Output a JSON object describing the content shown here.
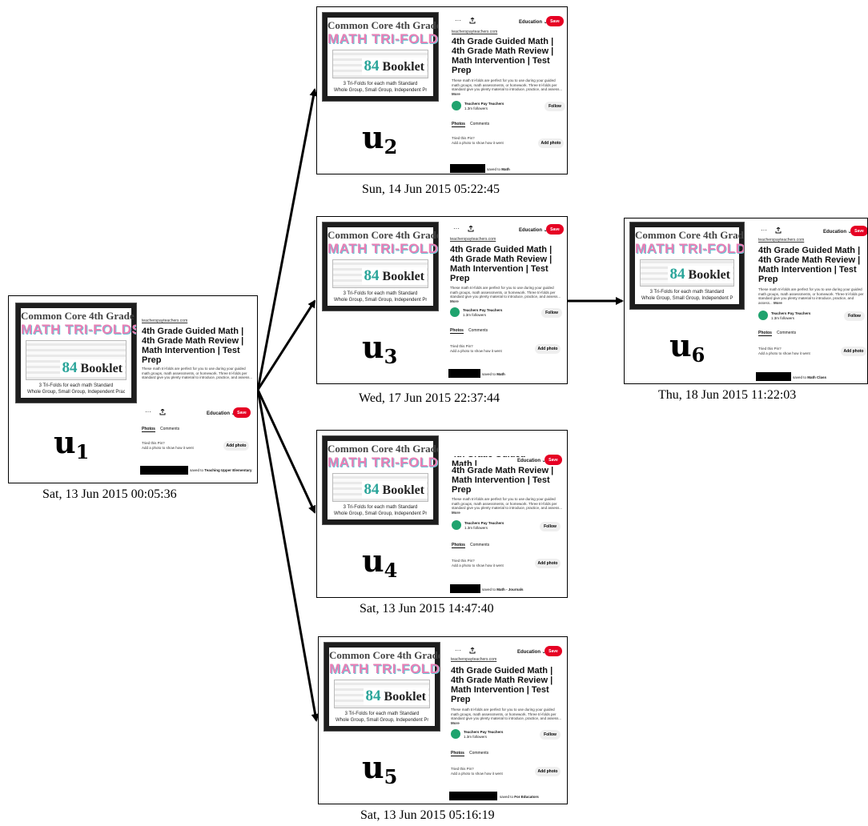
{
  "pin": {
    "header_line": "Common Core 4th Grade",
    "title_line": "MATH TRI-FOLDS",
    "booklet_number": "84",
    "booklet_word": "Booklet",
    "footer_line1": "3 Tri-Folds for each math Standard",
    "footer_line2": "Whole Group, Small Group, Independent Practice"
  },
  "common": {
    "more_icon": "···",
    "share_icon": "share-icon",
    "board_label": "Education ⌄",
    "save_label": "Save",
    "source": "teacherspayteachers.com",
    "title": "4th Grade Guided Math | 4th Grade Math Review | Math Intervention | Test Prep",
    "description": "These math tri-folds are perfect for you to use during your guided math groups, math assessments, or homework. Three tri-folds per standard give you plenty material to introduce, practice, and assess...",
    "more_link": "More",
    "account_name": "Teachers Pay Teachers",
    "followers": "1.3m followers",
    "follow_label": "Follow",
    "tab_photos": "Photos",
    "tab_comments": "Comments",
    "tried_title": "Tried this Pin?",
    "tried_sub": "Add a photo to show how it went",
    "add_photo_label": "Add photo",
    "saved_to_prefix": "saved to"
  },
  "nodes": [
    {
      "id": "u1",
      "label": "u",
      "sub": "1",
      "board": "Teaching Upper Elementary",
      "timestamp": "Sat, 13 Jun 2015 00:05:36"
    },
    {
      "id": "u2",
      "label": "u",
      "sub": "2",
      "board": "Math",
      "timestamp": "Sun, 14 Jun 2015 05:22:45"
    },
    {
      "id": "u3",
      "label": "u",
      "sub": "3",
      "board": "Math",
      "timestamp": "Wed, 17 Jun 2015 22:37:44"
    },
    {
      "id": "u4",
      "label": "u",
      "sub": "4",
      "board": "Math - Journals",
      "timestamp": "Sat, 13 Jun 2015 14:47:40"
    },
    {
      "id": "u5",
      "label": "u",
      "sub": "5",
      "board": "For Educators",
      "timestamp": "Sat, 13 Jun 2015 05:16:19"
    },
    {
      "id": "u6",
      "label": "u",
      "sub": "6",
      "board": "Math Class",
      "timestamp": "Thu, 18 Jun 2015 11:22:03"
    }
  ],
  "edges": [
    {
      "from": "u1",
      "to": "u2"
    },
    {
      "from": "u1",
      "to": "u3"
    },
    {
      "from": "u1",
      "to": "u4"
    },
    {
      "from": "u1",
      "to": "u5"
    },
    {
      "from": "u3",
      "to": "u6"
    }
  ]
}
